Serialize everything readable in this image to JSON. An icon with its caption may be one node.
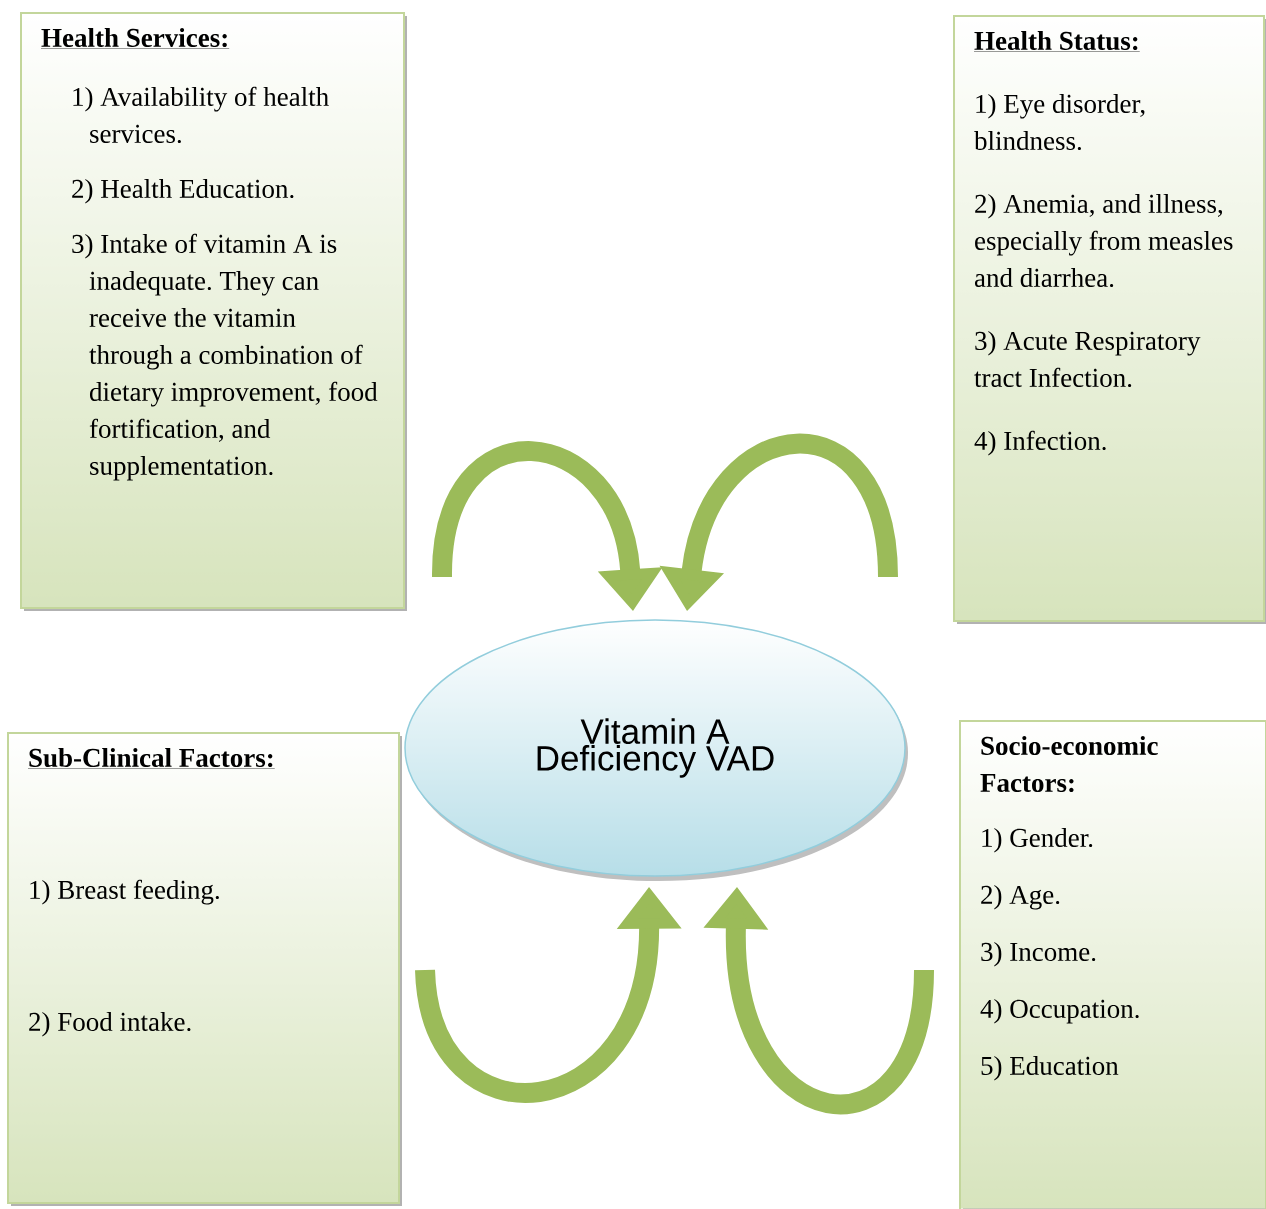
{
  "diagram": {
    "nodes": [
      {
        "text": [
          "Health Services:",
          "1) Availability of health services.",
          "2) Health Education.",
          "3) Intake of vitamin A is inadequate. They can receive the vitamin through a combination of dietary improvement, food fortification, and supplementation."
        ]
      },
      {
        "text": [
          "Health Status:",
          "1) Eye disorder, blindness.",
          "2) Anemia, and illness, especially from measles and diarrhea.",
          "3) Acute Respiratory tract Infection.",
          "4) Infection."
        ]
      },
      {
        "text": [
          "Vitamin A Deficiency VAD"
        ]
      },
      {
        "text": [
          "Sub-Clinical Factors:",
          "1) Breast feeding.",
          "2) Food intake."
        ]
      },
      {
        "text": [
          "Socio-economic Factors:",
          "1) Gender.",
          "2) Age.",
          "3) Income.",
          "4) Occupation.",
          "5) Education"
        ]
      }
    ],
    "edges": [
      {
        "from": 0,
        "to": 2,
        "arrow": "to"
      },
      {
        "from": 1,
        "to": 2,
        "arrow": "to"
      },
      {
        "from": 3,
        "to": 2,
        "arrow": "to"
      },
      {
        "from": 4,
        "to": 2,
        "arrow": "to"
      }
    ]
  }
}
